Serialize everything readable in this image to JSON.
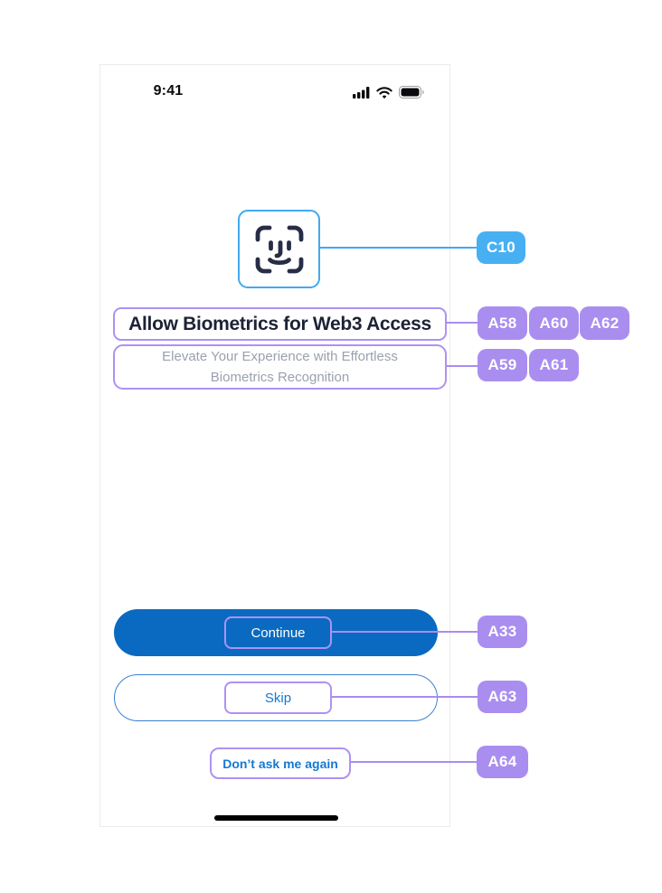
{
  "phone": {
    "status_bar": {
      "time": "9:41",
      "icons": [
        "cellular-signal-icon",
        "wifi-icon",
        "battery-icon"
      ]
    },
    "face_id_icon": "face-id-icon",
    "title": "Allow Biometrics for Web3 Access",
    "subtitle": "Elevate Your Experience with Effortless Biometrics Recognition",
    "continue_button": "Continue",
    "skip_button": "Skip",
    "dont_ask_link": "Don’t ask me again"
  },
  "annotations": {
    "face_id_tag": {
      "label": "C10",
      "color": "#47b0f2"
    },
    "title_tags": [
      {
        "label": "A58"
      },
      {
        "label": "A60"
      },
      {
        "label": "A62"
      }
    ],
    "subtitle_tags": [
      {
        "label": "A59"
      },
      {
        "label": "A61"
      }
    ],
    "continue_tag": {
      "label": "A33"
    },
    "skip_tag": {
      "label": "A63"
    },
    "dont_ask_tag": {
      "label": "A64"
    },
    "tag_color": "#a98ef0"
  },
  "colors": {
    "primary_button_blue": "#0a6ac1",
    "link_blue": "#1478d2",
    "annotation_purple": "#a98ef0",
    "annotation_blue": "#47b0f2",
    "outline_purple": "#ad92f2",
    "face_box_border_blue": "#42a9f2",
    "title_text": "#1d2235",
    "subtitle_text": "#9aa1ad"
  }
}
